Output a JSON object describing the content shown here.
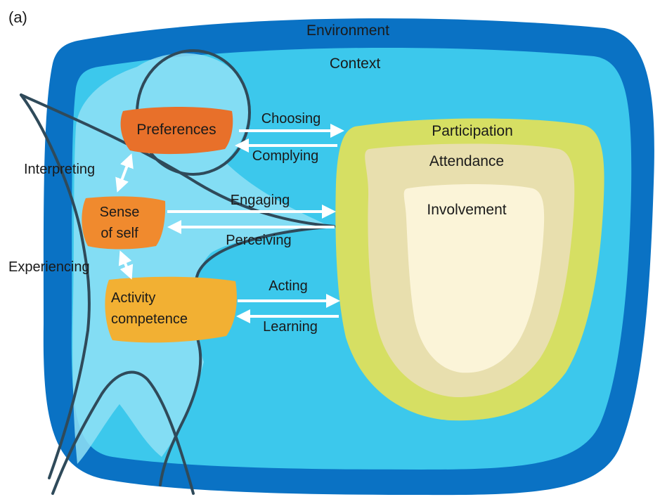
{
  "panel_label": "(a)",
  "regions": {
    "environment": "Environment",
    "context": "Context",
    "participation": "Participation",
    "attendance": "Attendance",
    "involvement": "Involvement"
  },
  "boxes": {
    "preferences": "Preferences",
    "sense_of_self_line1": "Sense",
    "sense_of_self_line2": "of self",
    "activity_competence_line1": "Activity",
    "activity_competence_line2": "competence"
  },
  "processes": {
    "choosing": "Choosing",
    "complying": "Complying",
    "engaging": "Engaging",
    "perceiving": "Perceiving",
    "acting": "Acting",
    "learning": "Learning",
    "interpreting": "Interpreting",
    "experiencing": "Experiencing"
  },
  "colors": {
    "environment": "#0a72c4",
    "context": "#3cc8ec",
    "person": "#8fe0f6",
    "outline": "#2f4a5a",
    "participation": "#d6df63",
    "attendance": "#e8dfae",
    "involvement": "#fbf4d8",
    "preferences": "#e8702a",
    "sense_of_self": "#f08a2e",
    "activity_competence": "#f2b033",
    "arrow": "#ffffff"
  }
}
